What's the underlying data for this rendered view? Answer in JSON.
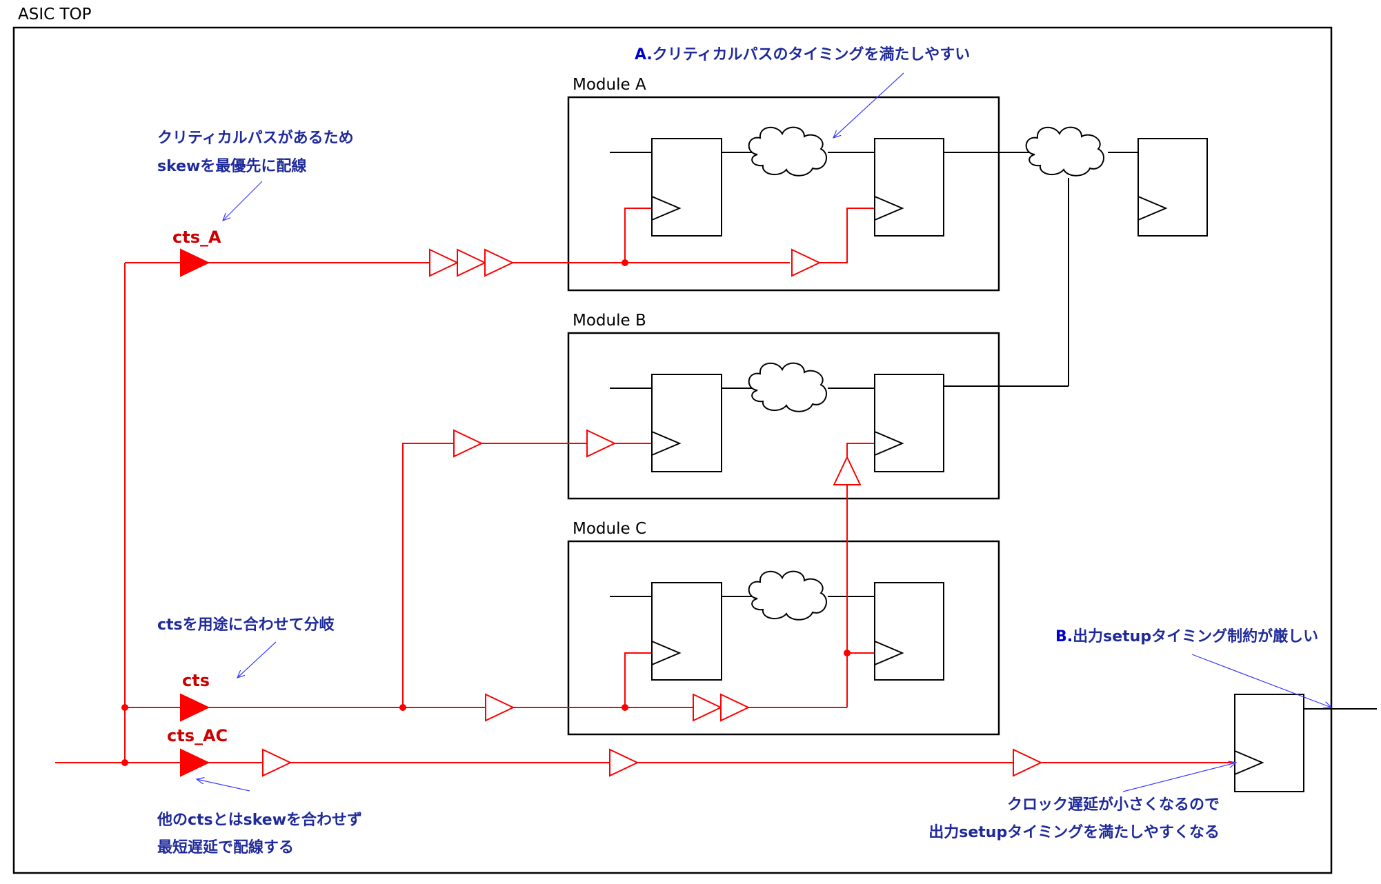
{
  "top_label": "ASIC TOP",
  "modules": [
    {
      "label": "Module A"
    },
    {
      "label": "Module B"
    },
    {
      "label": "Module C"
    }
  ],
  "clocks": {
    "cts_a": "cts_A",
    "cts": "cts",
    "cts_ac": "cts_AC"
  },
  "notes": {
    "a_prefix": "A.",
    "a_text": "クリティカルパスのタイミングを満たしやすい",
    "critical_line1": "クリティカルパスがあるため",
    "critical_line2": "skewを最優先に配線",
    "branch": "ctsを用途に合わせて分岐",
    "b_prefix": "B.",
    "b_text": "出力setupタイミング制約が厳しい",
    "shortest_line1": "他のctsとはskewを合わせず",
    "shortest_line2": "最短遅延で配線する",
    "delay_line1": "クロック遅延が小さくなるので",
    "delay_line2": "出力setupタイミングを満たしやすくなる"
  },
  "colors": {
    "clock": "#ff0000",
    "note": "#1f2a9a",
    "arrow": "#3a3aff"
  }
}
